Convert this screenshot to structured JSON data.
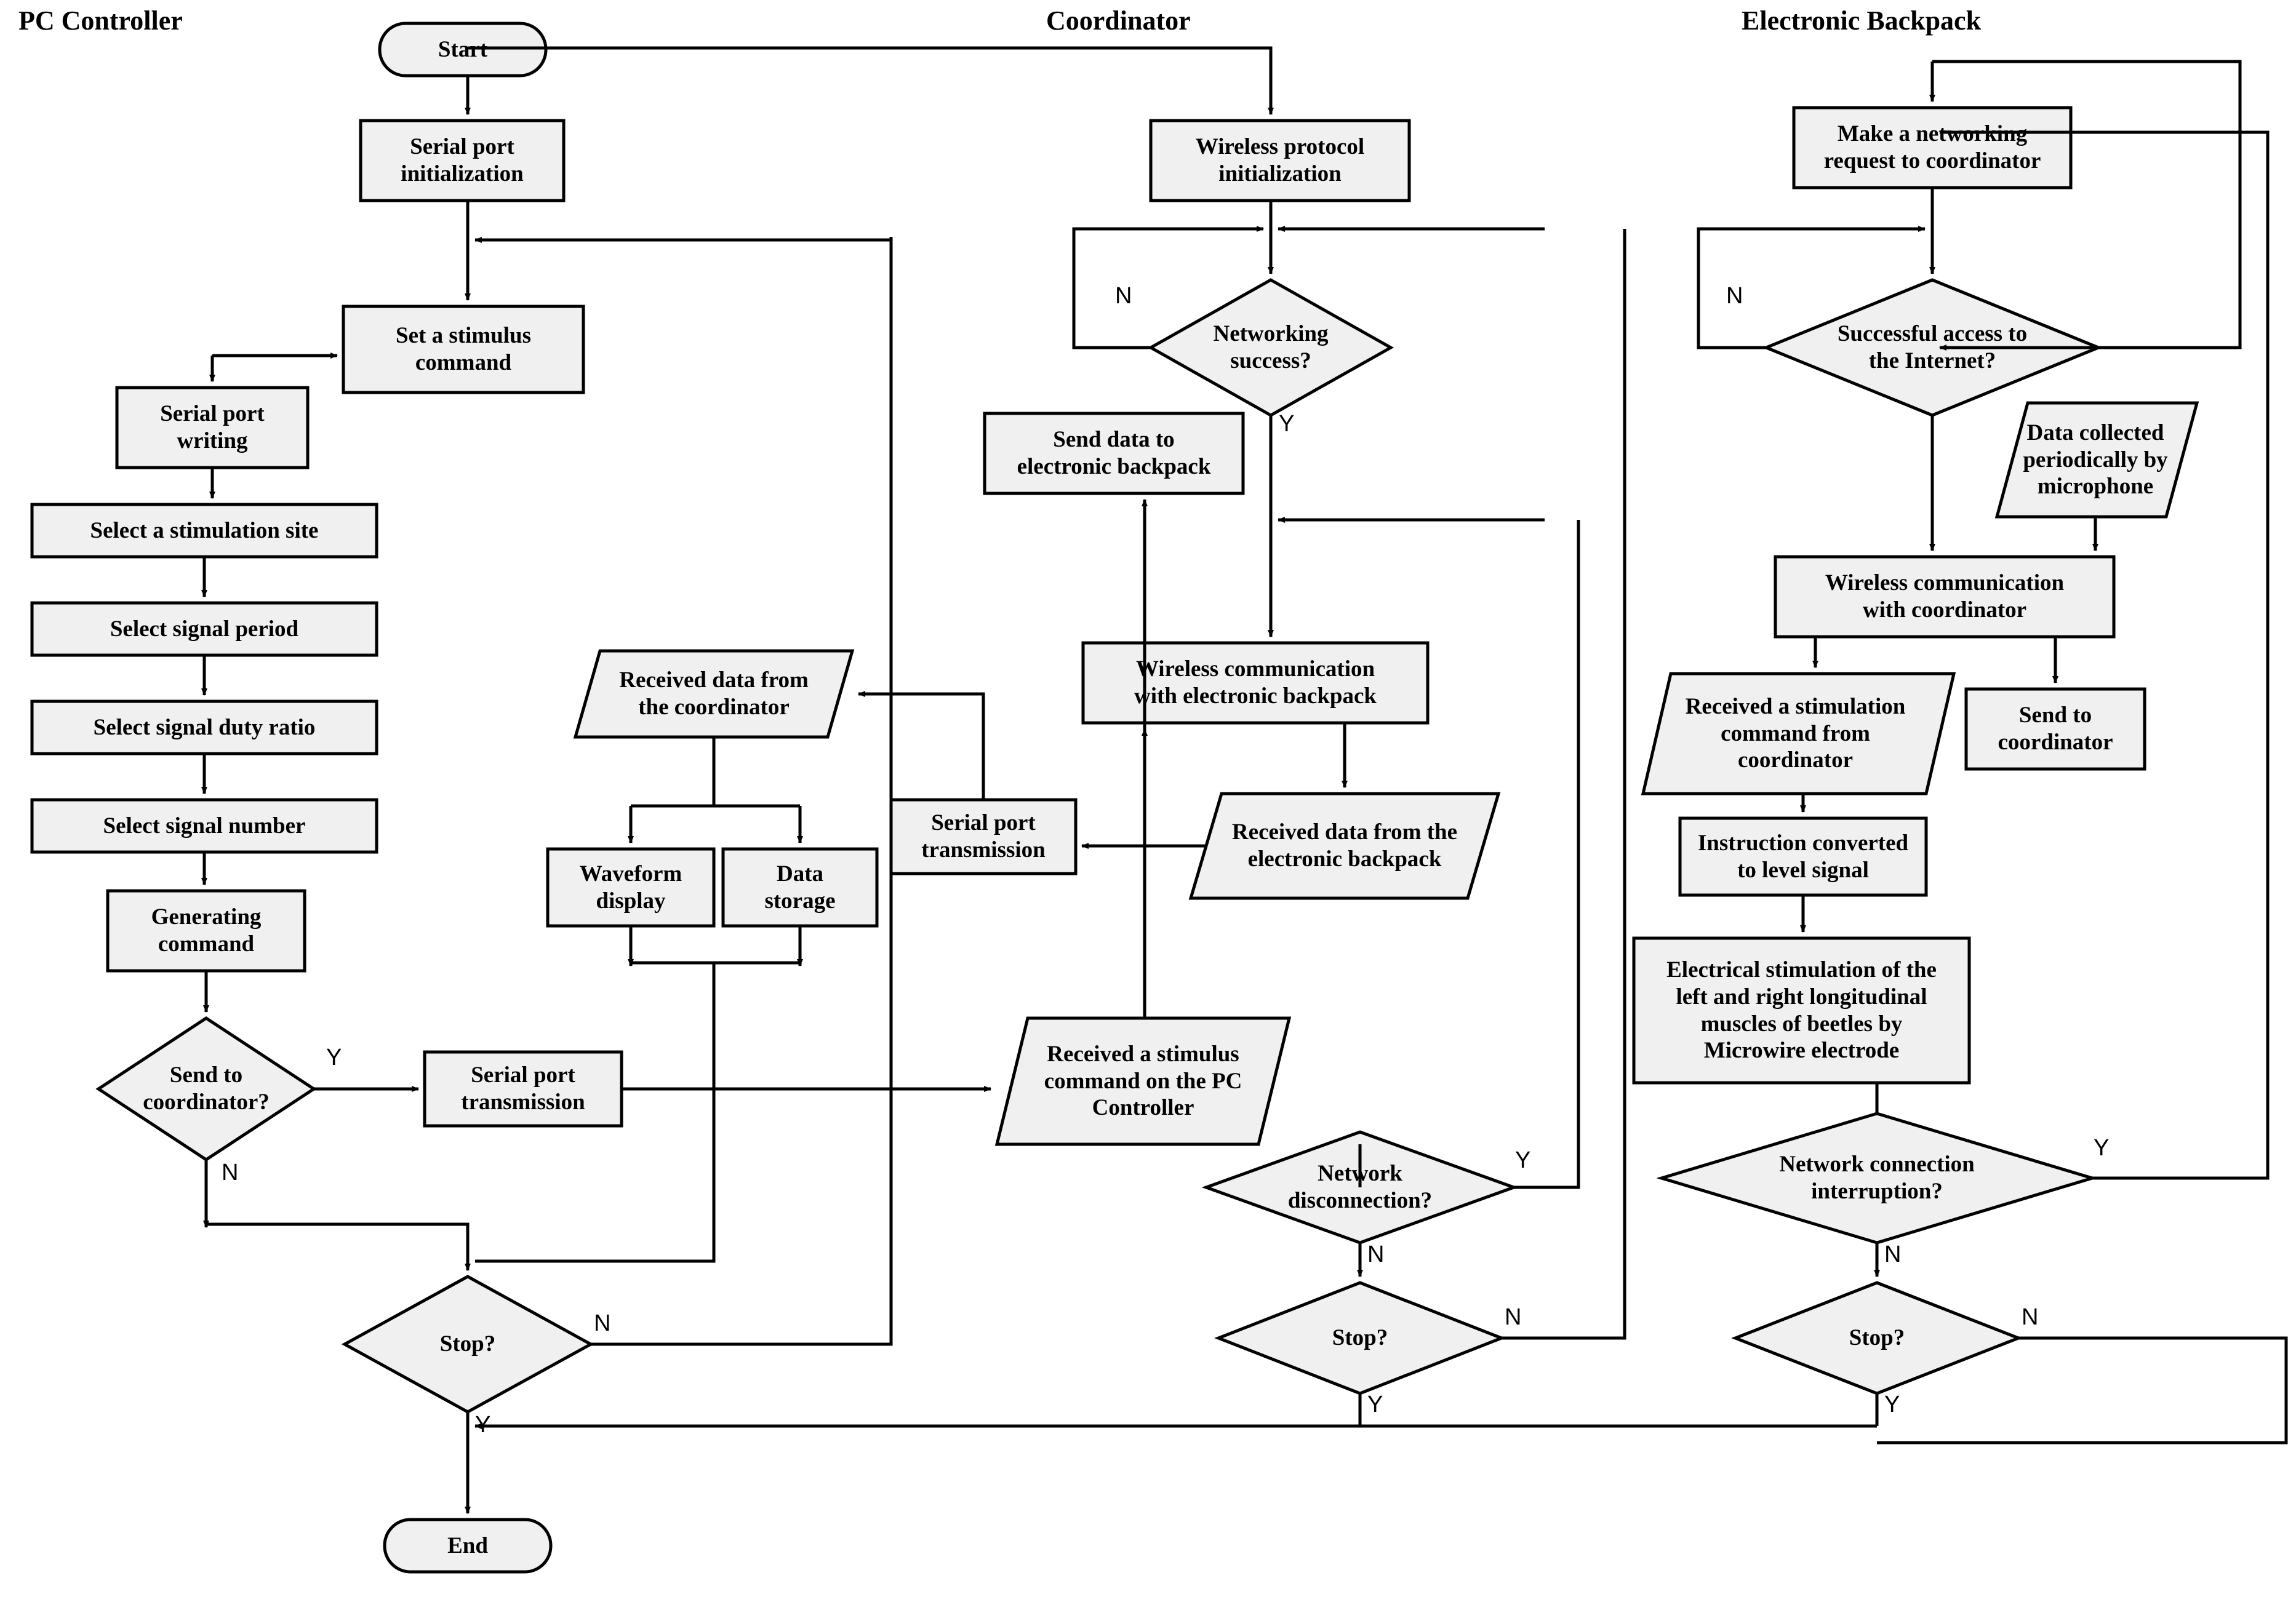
{
  "diagram": {
    "title_columns": [
      {
        "id": "pc",
        "label": "PC Controller"
      },
      {
        "id": "coord",
        "label": "Coordinator"
      },
      {
        "id": "backpack",
        "label": "Electronic Backpack"
      }
    ],
    "colors": {
      "node_fill": "#f0f0f0",
      "node_stroke": "#000000",
      "page_bg": "#ffffff",
      "text": "#000000"
    },
    "branch_labels": {
      "yes": "Y",
      "no": "N"
    },
    "nodes": {
      "start": "Start",
      "serial_port_initialization": "Serial port\ninitialization",
      "set_stimulus_command": "Set a stimulus\ncommand",
      "serial_port_writing": "Serial port\nwriting",
      "select_stimulation_site": "Select a stimulation site",
      "select_signal_period": "Select signal period",
      "select_signal_duty_ratio": "Select signal duty ratio",
      "select_signal_number": "Select signal number",
      "generating_command": "Generating\ncommand",
      "send_to_coordinator_q": "Send to\ncoordinator?",
      "pc_serial_port_transmission": "Serial port\ntransmission",
      "received_data_from_coordinator": "Received data from\nthe coordinator",
      "waveform_display": "Waveform\ndisplay",
      "data_storage": "Data\nstorage",
      "pc_stop_q": "Stop?",
      "end": "End",
      "wireless_protocol_initialization": "Wireless protocol\ninitialization",
      "networking_success_q": "Networking\nsuccess?",
      "send_data_to_electronic_backpack": "Send  data to\nelectronic backpack",
      "coord_wireless_comm_backpack": "Wireless communication\nwith electronic backpack",
      "coord_serial_port_transmission": "Serial port\ntransmission",
      "received_data_from_backpack": "Received data from the\nelectronic backpack",
      "received_stimulus_command_pc": "Received a stimulus\ncommand on the PC\nController",
      "network_disconnection_q": "Network\ndisconnection?",
      "coord_stop_q": "Stop?",
      "make_networking_request": "Make a networking\nrequest to coordinator",
      "successful_access_internet_q": "Successful access to\nthe Internet?",
      "data_collected_microphone": "Data collected\nperiodically by\nmicrophone",
      "bp_wireless_comm_coordinator": "Wireless communication\nwith coordinator",
      "received_stimulation_command": "Received a stimulation\ncommand from\ncoordinator",
      "send_to_coordinator": "Send to\ncoordinator",
      "instruction_converted": "Instruction converted\nto level signal",
      "electrical_stimulation": "Electrical stimulation of the\nleft and right longitudinal\nmuscles of beetles by\nMicrowire electrode",
      "network_connection_interruption_q": "Network connection\ninterruption?",
      "bp_stop_q": "Stop?"
    }
  }
}
